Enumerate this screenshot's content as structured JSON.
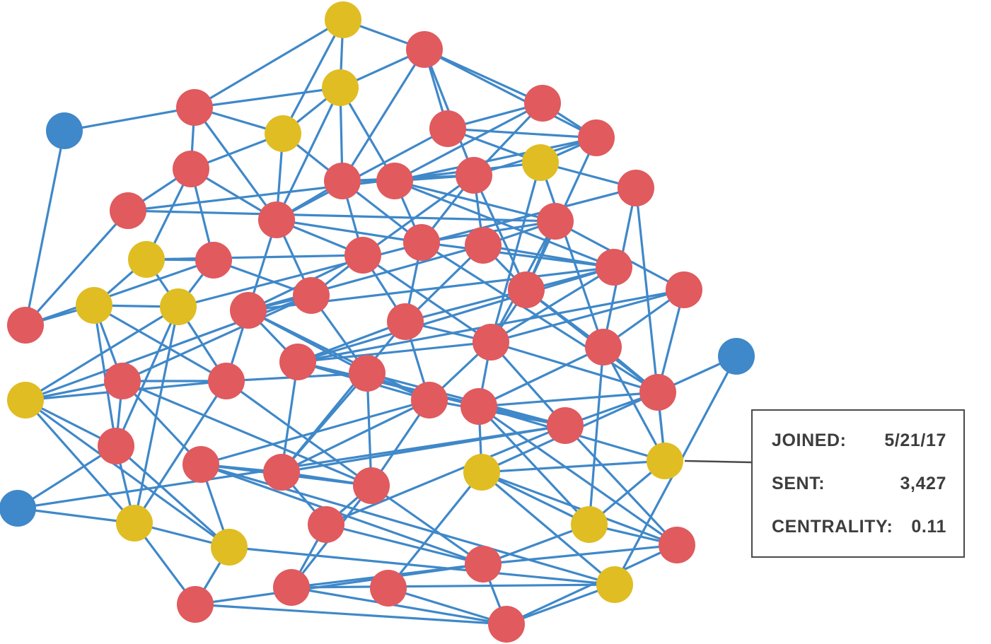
{
  "colors": {
    "edge": "#3f88c9",
    "red": "#e05a5e",
    "yellow": "#e0bd22",
    "blue": "#3f88c9",
    "tooltip_border": "#4a4a4a",
    "tooltip_text": "#3d3d3d"
  },
  "tooltip": {
    "rows": [
      {
        "label": "JOINED:",
        "value": "5/21/17"
      },
      {
        "label": "SENT:",
        "value": "3,427"
      },
      {
        "label": "CENTRALITY:",
        "value": "0.11"
      }
    ]
  },
  "graph": {
    "nodes": [
      {
        "id": "n1",
        "color": "yellow"
      },
      {
        "id": "n2",
        "color": "red"
      },
      {
        "id": "n3",
        "color": "yellow"
      },
      {
        "id": "n4",
        "color": "red"
      },
      {
        "id": "n5",
        "color": "blue"
      },
      {
        "id": "n6",
        "color": "yellow"
      },
      {
        "id": "n7",
        "color": "red"
      },
      {
        "id": "n8",
        "color": "red"
      },
      {
        "id": "n9",
        "color": "red"
      },
      {
        "id": "n10",
        "color": "red"
      },
      {
        "id": "n11",
        "color": "red"
      },
      {
        "id": "n12",
        "color": "red"
      },
      {
        "id": "n13",
        "color": "red"
      },
      {
        "id": "n14",
        "color": "red"
      },
      {
        "id": "n15",
        "color": "yellow"
      },
      {
        "id": "n16",
        "color": "red"
      },
      {
        "id": "n17",
        "color": "red"
      },
      {
        "id": "n18",
        "color": "red"
      },
      {
        "id": "n19",
        "color": "yellow"
      },
      {
        "id": "n20",
        "color": "red"
      },
      {
        "id": "n21",
        "color": "red"
      },
      {
        "id": "n22",
        "color": "red"
      },
      {
        "id": "n23",
        "color": "red"
      },
      {
        "id": "n24",
        "color": "red"
      },
      {
        "id": "n25",
        "color": "red"
      },
      {
        "id": "n26",
        "color": "red"
      },
      {
        "id": "n27",
        "color": "red"
      },
      {
        "id": "n28",
        "color": "red"
      },
      {
        "id": "n29",
        "color": "yellow"
      },
      {
        "id": "n30",
        "color": "red"
      },
      {
        "id": "n31",
        "color": "red"
      },
      {
        "id": "n32",
        "color": "red"
      },
      {
        "id": "n33",
        "color": "red"
      },
      {
        "id": "n34",
        "color": "red"
      },
      {
        "id": "n35",
        "color": "yellow"
      },
      {
        "id": "n36",
        "color": "red"
      },
      {
        "id": "n37",
        "color": "blue"
      },
      {
        "id": "n38",
        "color": "yellow"
      },
      {
        "id": "n39",
        "color": "red"
      },
      {
        "id": "n40",
        "color": "red"
      },
      {
        "id": "n41",
        "color": "red"
      },
      {
        "id": "n42",
        "color": "red"
      },
      {
        "id": "n43",
        "color": "red"
      },
      {
        "id": "n44",
        "color": "red"
      },
      {
        "id": "n45",
        "color": "yellow"
      },
      {
        "id": "n46",
        "color": "red"
      },
      {
        "id": "n47",
        "color": "red"
      },
      {
        "id": "n48",
        "color": "blue"
      },
      {
        "id": "n49",
        "color": "yellow"
      },
      {
        "id": "n50",
        "color": "red"
      },
      {
        "id": "n51",
        "color": "red"
      },
      {
        "id": "n52",
        "color": "yellow"
      },
      {
        "id": "n53",
        "color": "red"
      },
      {
        "id": "n54",
        "color": "yellow"
      },
      {
        "id": "n55",
        "color": "red"
      },
      {
        "id": "n56",
        "color": "red"
      },
      {
        "id": "n57",
        "color": "yellow"
      },
      {
        "id": "n58",
        "color": "yellow"
      },
      {
        "id": "n59",
        "color": "red"
      },
      {
        "id": "n60",
        "color": "red"
      },
      {
        "id": "n61",
        "color": "red"
      },
      {
        "id": "n62",
        "color": "red"
      }
    ],
    "edges": [
      [
        "n1",
        "n3"
      ],
      [
        "n1",
        "n4"
      ],
      [
        "n1",
        "n6"
      ],
      [
        "n1",
        "n2"
      ],
      [
        "n2",
        "n3"
      ],
      [
        "n2",
        "n7"
      ],
      [
        "n2",
        "n9"
      ],
      [
        "n2",
        "n10"
      ],
      [
        "n2",
        "n12"
      ],
      [
        "n2",
        "n14"
      ],
      [
        "n3",
        "n4"
      ],
      [
        "n3",
        "n6"
      ],
      [
        "n3",
        "n12"
      ],
      [
        "n3",
        "n13"
      ],
      [
        "n3",
        "n16"
      ],
      [
        "n4",
        "n5"
      ],
      [
        "n4",
        "n6"
      ],
      [
        "n4",
        "n8"
      ],
      [
        "n4",
        "n16"
      ],
      [
        "n5",
        "n20"
      ],
      [
        "n6",
        "n8"
      ],
      [
        "n6",
        "n12"
      ],
      [
        "n6",
        "n16"
      ],
      [
        "n7",
        "n9"
      ],
      [
        "n7",
        "n10"
      ],
      [
        "n7",
        "n13"
      ],
      [
        "n7",
        "n14"
      ],
      [
        "n8",
        "n11"
      ],
      [
        "n8",
        "n16"
      ],
      [
        "n8",
        "n19"
      ],
      [
        "n8",
        "n21"
      ],
      [
        "n9",
        "n10"
      ],
      [
        "n9",
        "n15"
      ],
      [
        "n9",
        "n16"
      ],
      [
        "n10",
        "n13"
      ],
      [
        "n10",
        "n14"
      ],
      [
        "n10",
        "n15"
      ],
      [
        "n10",
        "n26"
      ],
      [
        "n11",
        "n18"
      ],
      [
        "n11",
        "n20"
      ],
      [
        "n11",
        "n15"
      ],
      [
        "n12",
        "n13"
      ],
      [
        "n12",
        "n14"
      ],
      [
        "n12",
        "n16"
      ],
      [
        "n12",
        "n17"
      ],
      [
        "n12",
        "n22"
      ],
      [
        "n13",
        "n14"
      ],
      [
        "n13",
        "n18"
      ],
      [
        "n13",
        "n17"
      ],
      [
        "n13",
        "n24"
      ],
      [
        "n14",
        "n17"
      ],
      [
        "n14",
        "n22"
      ],
      [
        "n14",
        "n23"
      ],
      [
        "n14",
        "n26"
      ],
      [
        "n15",
        "n25"
      ],
      [
        "n15",
        "n33"
      ],
      [
        "n15",
        "n32"
      ],
      [
        "n16",
        "n17"
      ],
      [
        "n16",
        "n22"
      ],
      [
        "n16",
        "n28"
      ],
      [
        "n16",
        "n30"
      ],
      [
        "n17",
        "n18"
      ],
      [
        "n17",
        "n24"
      ],
      [
        "n17",
        "n31"
      ],
      [
        "n17",
        "n34"
      ],
      [
        "n18",
        "n23"
      ],
      [
        "n18",
        "n27"
      ],
      [
        "n18",
        "n32"
      ],
      [
        "n18",
        "n26"
      ],
      [
        "n19",
        "n21"
      ],
      [
        "n19",
        "n22"
      ],
      [
        "n19",
        "n29"
      ],
      [
        "n19",
        "n35"
      ],
      [
        "n20",
        "n21"
      ],
      [
        "n20",
        "n29"
      ],
      [
        "n21",
        "n35"
      ],
      [
        "n21",
        "n28"
      ],
      [
        "n22",
        "n28"
      ],
      [
        "n22",
        "n30"
      ],
      [
        "n22",
        "n31"
      ],
      [
        "n22",
        "n32"
      ],
      [
        "n23",
        "n24"
      ],
      [
        "n23",
        "n30"
      ],
      [
        "n23",
        "n31"
      ],
      [
        "n23",
        "n26"
      ],
      [
        "n24",
        "n30"
      ],
      [
        "n24",
        "n31"
      ],
      [
        "n24",
        "n32"
      ],
      [
        "n24",
        "n36"
      ],
      [
        "n25",
        "n33"
      ],
      [
        "n25",
        "n35"
      ],
      [
        "n25",
        "n38"
      ],
      [
        "n26",
        "n32"
      ],
      [
        "n26",
        "n33"
      ],
      [
        "n26",
        "n34"
      ],
      [
        "n27",
        "n32"
      ],
      [
        "n27",
        "n33"
      ],
      [
        "n27",
        "n34"
      ],
      [
        "n27",
        "n36"
      ],
      [
        "n28",
        "n30"
      ],
      [
        "n28",
        "n39"
      ],
      [
        "n28",
        "n40"
      ],
      [
        "n28",
        "n45"
      ],
      [
        "n29",
        "n35"
      ],
      [
        "n29",
        "n41"
      ],
      [
        "n29",
        "n46"
      ],
      [
        "n29",
        "n39"
      ],
      [
        "n30",
        "n36"
      ],
      [
        "n30",
        "n40"
      ],
      [
        "n30",
        "n41"
      ],
      [
        "n30",
        "n42"
      ],
      [
        "n31",
        "n32"
      ],
      [
        "n31",
        "n36"
      ],
      [
        "n31",
        "n42"
      ],
      [
        "n31",
        "n47"
      ],
      [
        "n32",
        "n34"
      ],
      [
        "n32",
        "n36"
      ],
      [
        "n32",
        "n42"
      ],
      [
        "n32",
        "n44"
      ],
      [
        "n32",
        "n43"
      ],
      [
        "n33",
        "n34"
      ],
      [
        "n33",
        "n43"
      ],
      [
        "n33",
        "n38"
      ],
      [
        "n33",
        "n49"
      ],
      [
        "n34",
        "n43"
      ],
      [
        "n34",
        "n44"
      ],
      [
        "n34",
        "n38"
      ],
      [
        "n35",
        "n41"
      ],
      [
        "n35",
        "n46"
      ],
      [
        "n35",
        "n45"
      ],
      [
        "n35",
        "n52"
      ],
      [
        "n36",
        "n42"
      ],
      [
        "n36",
        "n44"
      ],
      [
        "n36",
        "n47"
      ],
      [
        "n36",
        "n43"
      ],
      [
        "n37",
        "n54"
      ],
      [
        "n37",
        "n58"
      ],
      [
        "n38",
        "n43"
      ],
      [
        "n38",
        "n49"
      ],
      [
        "n38",
        "n54"
      ],
      [
        "n39",
        "n41"
      ],
      [
        "n39",
        "n45"
      ],
      [
        "n39",
        "n46"
      ],
      [
        "n39",
        "n50"
      ],
      [
        "n39",
        "n51"
      ],
      [
        "n40",
        "n41"
      ],
      [
        "n40",
        "n42"
      ],
      [
        "n40",
        "n44"
      ],
      [
        "n40",
        "n47"
      ],
      [
        "n40",
        "n51"
      ],
      [
        "n41",
        "n45"
      ],
      [
        "n41",
        "n51"
      ],
      [
        "n41",
        "n52"
      ],
      [
        "n42",
        "n44"
      ],
      [
        "n42",
        "n47"
      ],
      [
        "n42",
        "n50"
      ],
      [
        "n42",
        "n51"
      ],
      [
        "n43",
        "n44"
      ],
      [
        "n43",
        "n49"
      ],
      [
        "n43",
        "n53"
      ],
      [
        "n43",
        "n54"
      ],
      [
        "n44",
        "n47"
      ],
      [
        "n44",
        "n48"
      ],
      [
        "n44",
        "n53"
      ],
      [
        "n44",
        "n55"
      ],
      [
        "n45",
        "n46"
      ],
      [
        "n45",
        "n52"
      ],
      [
        "n45",
        "n57"
      ],
      [
        "n46",
        "n48"
      ],
      [
        "n46",
        "n52"
      ],
      [
        "n46",
        "n57"
      ],
      [
        "n47",
        "n51"
      ],
      [
        "n47",
        "n55"
      ],
      [
        "n47",
        "n50"
      ],
      [
        "n48",
        "n52"
      ],
      [
        "n49",
        "n53"
      ],
      [
        "n49",
        "n54"
      ],
      [
        "n49",
        "n56"
      ],
      [
        "n50",
        "n51"
      ],
      [
        "n50",
        "n56"
      ],
      [
        "n50",
        "n58"
      ],
      [
        "n50",
        "n57"
      ],
      [
        "n51",
        "n56"
      ],
      [
        "n51",
        "n55"
      ],
      [
        "n51",
        "n61"
      ],
      [
        "n52",
        "n57"
      ],
      [
        "n52",
        "n60"
      ],
      [
        "n53",
        "n54"
      ],
      [
        "n53",
        "n56"
      ],
      [
        "n53",
        "n59"
      ],
      [
        "n54",
        "n58"
      ],
      [
        "n54",
        "n62"
      ],
      [
        "n55",
        "n56"
      ],
      [
        "n55",
        "n61"
      ],
      [
        "n56",
        "n59"
      ],
      [
        "n56",
        "n60"
      ],
      [
        "n56",
        "n61"
      ],
      [
        "n57",
        "n60"
      ],
      [
        "n57",
        "n58"
      ],
      [
        "n58",
        "n59"
      ],
      [
        "n58",
        "n61"
      ],
      [
        "n59",
        "n60"
      ],
      [
        "n59",
        "n62"
      ],
      [
        "n59",
        "n61"
      ]
    ]
  }
}
